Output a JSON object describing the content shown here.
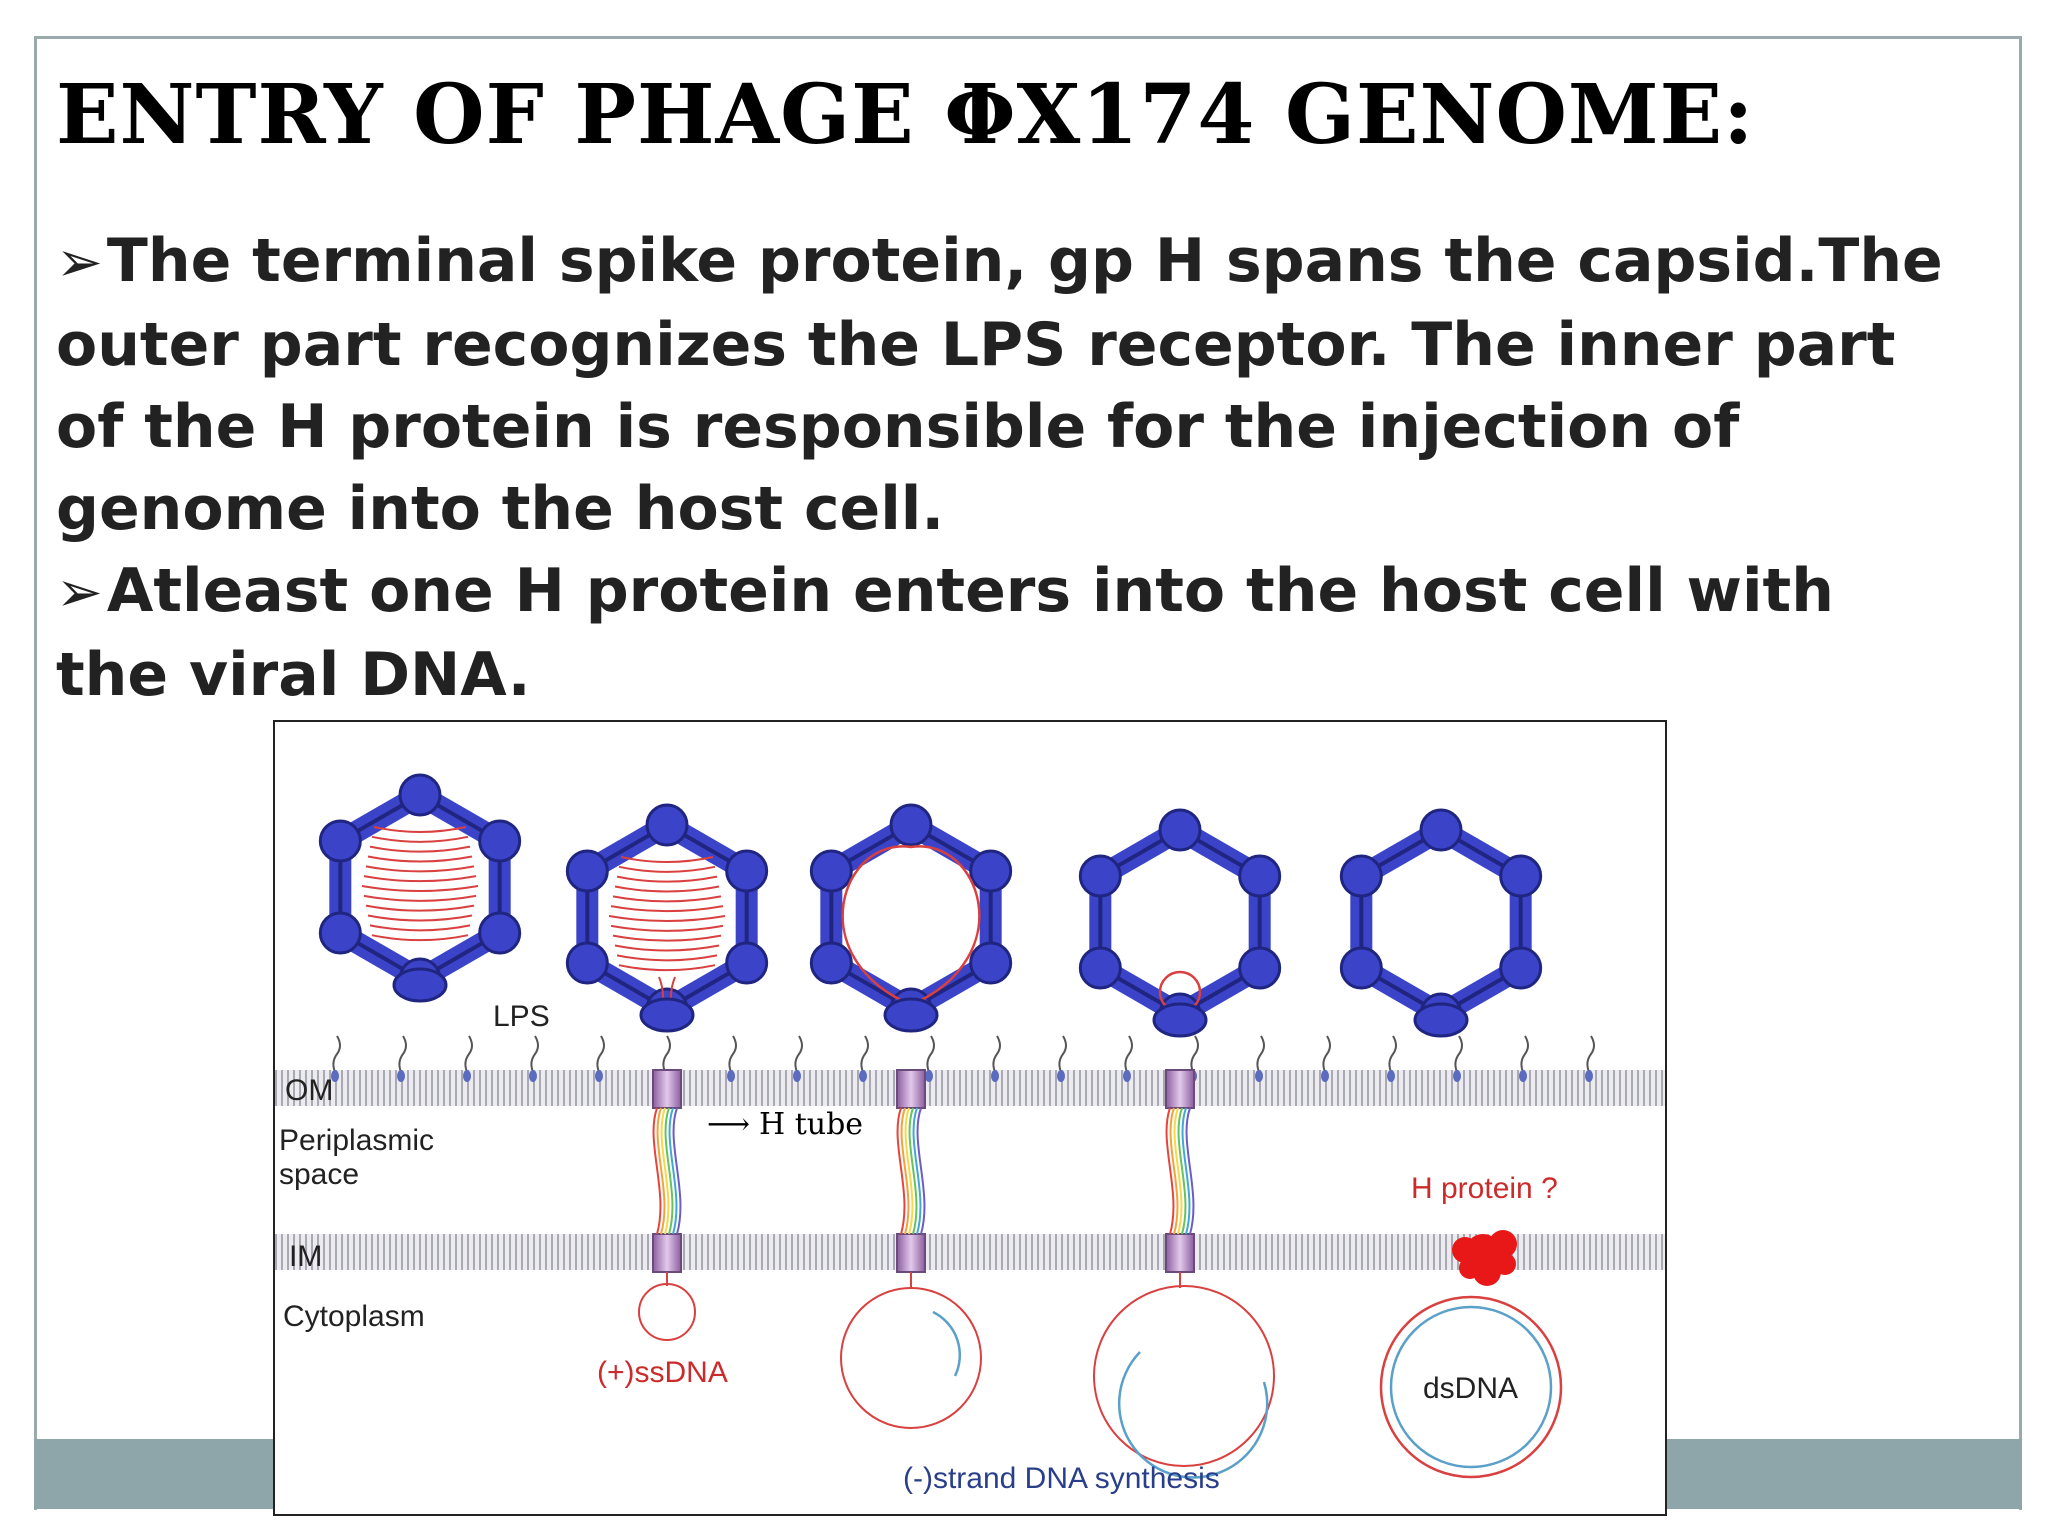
{
  "slide": {
    "title": "ENTRY OF PHAGE ΦX174 GENOME:",
    "bullets": [
      "The terminal spike protein, gp H spans the capsid.The outer part recognizes the LPS receptor. The inner part of the H protein is responsible for the injection of genome into the host cell.",
      "Atleast one H protein enters into the host cell with the viral DNA."
    ],
    "bullet_marker": "➢"
  },
  "figure": {
    "labels": {
      "lps": "LPS",
      "om": "OM",
      "periplasmic_line1": "Periplasmic",
      "periplasmic_line2": "space",
      "im": "IM",
      "cytoplasm": "Cytoplasm",
      "h_tube": "H tube",
      "h_tube_arrow": "⟶",
      "h_protein": "H protein ?",
      "ssdna": "(+)ssDNA",
      "minus_strand": "(-)strand DNA synthesis",
      "dsdna": "dsDNA"
    },
    "colors": {
      "capsid": "#3b44c8",
      "capsid_dark": "#1f2580",
      "dna_red": "#d94040",
      "dna_blue": "#5aa0c8",
      "membrane": "#b9b9c0",
      "h_tube": "#c9a6d3",
      "h_protein": "#e81818"
    }
  }
}
